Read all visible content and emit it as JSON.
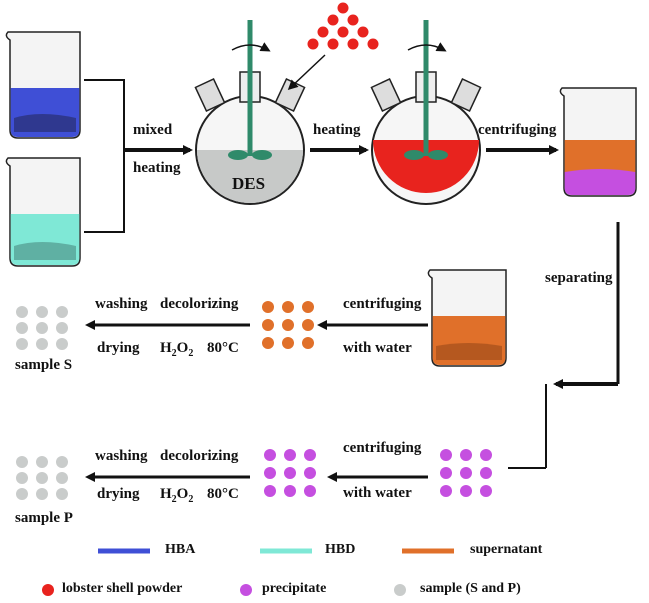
{
  "labels": {
    "mixed": "mixed",
    "heating1": "heating",
    "des": "DES",
    "heating2": "heating",
    "centrifuging1": "centrifuging",
    "separating": "separating",
    "centrifuging_s": "centrifuging",
    "with_water_s": "with water",
    "washing_s": "washing",
    "decolorizing_s": "decolorizing",
    "drying_s": "drying",
    "h2o2_s_h": "H",
    "h2o2_s_2a": "2",
    "h2o2_s_o": "O",
    "h2o2_s_2b": "2",
    "temp_s": "80°C",
    "sample_s": "sample S",
    "centrifuging_p": "centrifuging",
    "with_water_p": "with water",
    "washing_p": "washing",
    "decolorizing_p": "decolorizing",
    "drying_p": "drying",
    "h2o2_p_h": "H",
    "h2o2_p_2a": "2",
    "h2o2_p_o": "O",
    "h2o2_p_2b": "2",
    "temp_p": "80°C",
    "sample_p": "sample P"
  },
  "legend": {
    "hba": "HBA",
    "hbd": "HBD",
    "supernatant": "supernatant",
    "lobster": "lobster shell  powder",
    "precipitate": "precipitate",
    "sample": "sample (S and P)"
  },
  "colors": {
    "hba": "#3f4fd6",
    "hbd": "#7fe8d6",
    "supernatant": "#e0702a",
    "lobster": "#e8231e",
    "precipitate": "#c54fe0",
    "sample": "#c9cccb",
    "des_liquid": "#c7c9c8",
    "stirrer": "#2f8a6a"
  }
}
